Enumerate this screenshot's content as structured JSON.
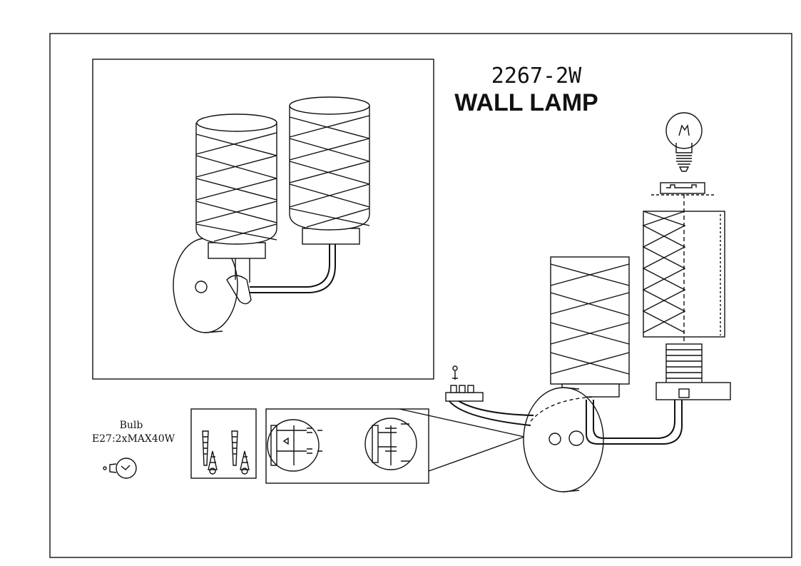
{
  "sheet": {
    "model_number": "2267-2W",
    "product_name": "WALL LAMP",
    "bulb_label": "Bulb",
    "bulb_spec": "E27:2xMAX40W"
  },
  "icons": {
    "assembled_view": "lamp-assembled-illustration",
    "exploded_view": "lamp-exploded-illustration",
    "bulb": "bulb-icon",
    "small_bulb": "small-bulb-icon",
    "anchors": "wall-anchors-and-screws-icon",
    "mounting": "mounting-steps-illustration"
  },
  "colors": {
    "line": "#111111",
    "background": "#ffffff"
  }
}
